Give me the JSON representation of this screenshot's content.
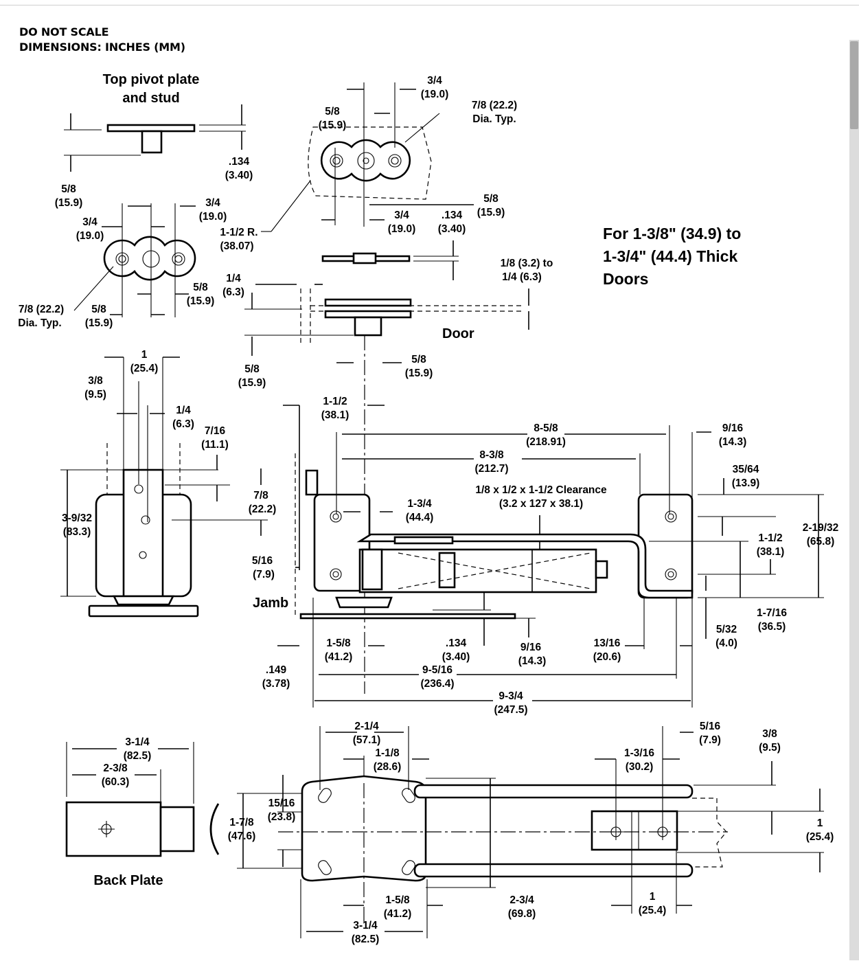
{
  "header": {
    "line1": "DO NOT SCALE",
    "line2": "DIMENSIONS: INCHES (MM)"
  },
  "note": {
    "line1": "For 1-3/8\" (34.9) to",
    "line2": "1-3/4\" (44.4) Thick",
    "line3": "Doors"
  },
  "titles": {
    "top_pivot_1": "Top pivot plate",
    "top_pivot_2": "and stud",
    "door": "Door",
    "jamb": "Jamb",
    "back_plate": "Back Plate"
  },
  "labels": [
    "3/4",
    "(19.0)",
    "5/8",
    "(15.9)",
    "7/8 (22.2)",
    "Dia. Typ.",
    ".134",
    "(3.40)",
    "1-1/2 R.",
    "(38.07)",
    "1/8 (3.2) to",
    "1/4 (6.3)",
    "1/4",
    "(6.3)",
    "1",
    "(25.4)",
    "3/8",
    "(9.5)",
    "7/16",
    "(11.1)",
    "1-1/2",
    "(38.1)",
    "8-5/8",
    "(218.91)",
    "9/16",
    "(14.3)",
    "8-3/8",
    "(212.7)",
    "35/64",
    "(13.9)",
    "1/8 x 1/2 x 1-1/2 Clearance",
    "(3.2 x 127 x 38.1)",
    "1-3/4",
    "(44.4)",
    "3-9/32",
    "(83.3)",
    "7/8",
    "(22.2)",
    "2-19/32",
    "(65.8)",
    "5/16",
    "(7.9)",
    "1-7/16",
    "(36.5)",
    "5/32",
    "(4.0)",
    "1-5/8",
    "(41.2)",
    "13/16",
    "(20.6)",
    ".149",
    "(3.78)",
    "9-5/16",
    "(236.4)",
    "9-3/4",
    "(247.5)",
    "2-1/4",
    "(57.1)",
    "1-1/8",
    "(28.6)",
    "3-1/4",
    "(82.5)",
    "2-3/8",
    "(60.3)",
    "1-3/16",
    "(30.2)",
    "15/16",
    "(23.8)",
    "1-7/8",
    "(47.6)",
    "2-3/4",
    "(69.8)"
  ]
}
